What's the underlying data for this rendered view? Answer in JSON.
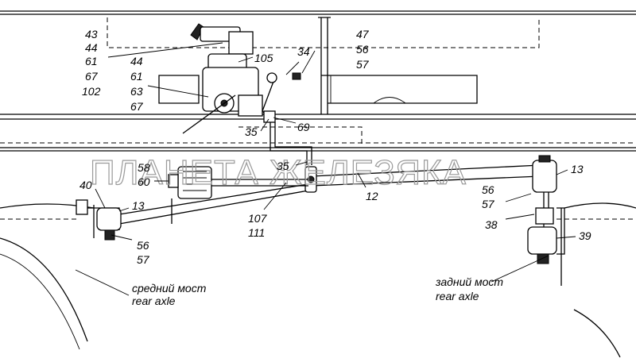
{
  "watermark": "ПЛАНЕТА ЖЕЛЕЗЯКА",
  "labels": {
    "l43": "43",
    "l44a": "44",
    "l61a": "61",
    "l67a": "67",
    "l102": "102",
    "l44b": "44",
    "l61b": "61",
    "l63": "63",
    "l67b": "67",
    "l105": "105",
    "l34": "34",
    "l47": "47",
    "l56a": "56",
    "l57a": "57",
    "l35a": "35",
    "l69": "69",
    "l35b": "35",
    "l58": "58",
    "l60": "60",
    "l40": "40",
    "l13a": "13",
    "l56b": "56",
    "l57b": "57",
    "l107": "107",
    "l111": "111",
    "l12": "12",
    "l13b": "13",
    "l56c": "56",
    "l57c": "57",
    "l38": "38",
    "l39": "39"
  },
  "axles": {
    "middle_ru": "средний мост",
    "middle_en": "rear axle",
    "rear_ru": "задний мост",
    "rear_en": "rear axle"
  }
}
